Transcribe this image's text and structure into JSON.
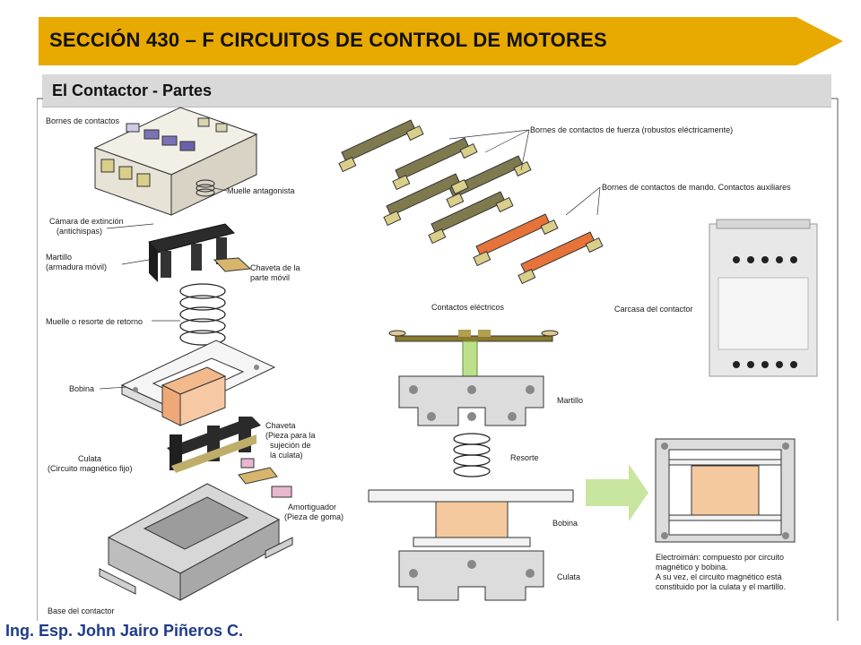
{
  "header": {
    "title": "SECCIÓN 430 – F CIRCUITOS DE CONTROL DE MOTORES",
    "accent_color": "#e8a900"
  },
  "subheader": {
    "title": "El Contactor  - Partes",
    "bg_color": "#d9d9d9"
  },
  "labels": {
    "bornes_contactos": "Bornes de contactos",
    "muelle_antagonista": "Muelle antagonista",
    "camara_1": "Cámara de extinción",
    "camara_2": "(antichispas)",
    "martillo_1": "Martillo",
    "martillo_2": "(armadura móvil)",
    "chaveta_movil_1": "Chaveta de la",
    "chaveta_movil_2": "parte móvil",
    "muelle_retorno": "Muelle o resorte de retorno",
    "bobina_left": "Bobina",
    "chaveta_1": "Chaveta",
    "chaveta_2": "(Pieza para la",
    "chaveta_3": "sujeción de",
    "chaveta_4": "la culata)",
    "culata_1": "Culata",
    "culata_2": "(Circuito magnético fijo)",
    "amortiguador_1": "Amortiguador",
    "amortiguador_2": "(Pieza de goma)",
    "base": "Base del contactor",
    "bornes_fuerza": "Bornes de contactos de fuerza (robustos eléctricamente)",
    "bornes_mando": "Bornes de contactos de mando. Contactos auxiliares",
    "carcasa": "Carcasa del contactor",
    "contactos_electricos": "Contactos eléctricos",
    "martillo_right": "Martillo",
    "resorte": "Resorte",
    "bobina_right": "Bobina",
    "culata_right": "Culata",
    "electroiman_1": "Electroimán: compuesto por circuito",
    "electroiman_2": "magnético y bobina.",
    "electroiman_3": "A su vez, el circuito magnético está",
    "electroiman_4": "constituido por la culata y el martillo."
  },
  "footer": {
    "author": "Ing. Esp. John Jairo Piñeros C.",
    "color": "#1f3b8a"
  }
}
